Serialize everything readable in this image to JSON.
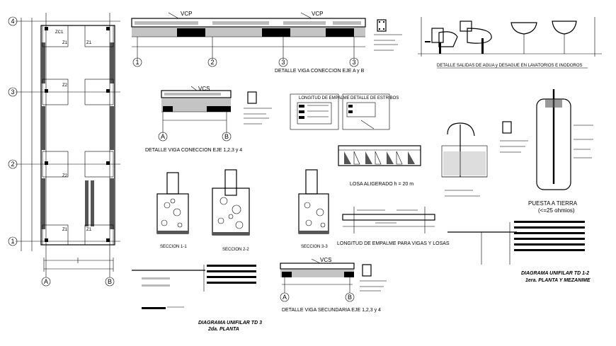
{
  "plan": {
    "axes_rows": [
      "4",
      "3",
      "2",
      "1"
    ],
    "axes_cols": [
      "A",
      "B"
    ],
    "labels": {
      "zc1": "ZC1",
      "z1": "Z1",
      "z2": "Z2"
    }
  },
  "viga_top": {
    "vcp_left": "VCP",
    "vcp_right": "VCP",
    "axes": [
      "1",
      "2",
      "3",
      "3"
    ],
    "title": "DETALLE VIGA CONECCION EJE  A y B"
  },
  "salidas": {
    "title": "DETALLE  SALIDAS DE AGUA  y DESAGUE EN LAVATORIOS E INODOROS"
  },
  "viga_mid": {
    "vcs": "VCS",
    "axes": [
      "A",
      "B"
    ],
    "title": "DETALLE VIGA CONECCION EJE 1,2,3 y 4"
  },
  "tablas": {
    "empalme": "LONGITUD DE EMPALME",
    "estribos": "DETALLE DE ESTRIBOS"
  },
  "losa": {
    "title": "LOSA ALIGERADO h = 20 m"
  },
  "secciones": {
    "s1": "SECCION 1-1",
    "s2": "SECCION 2-2",
    "s3": "SECCION 3-3"
  },
  "empalme_vigas": {
    "title": "LONGITUD DE EMPALME PARA VIGAS Y LOSAS"
  },
  "puesta_tierra": {
    "title": "PUESTA  A  TIERRA",
    "sub": "(<=25  ohmios)"
  },
  "td12": {
    "title": "DIAGRAMA UNIFILAR TD 1-2",
    "sub": "1era. PLANTA Y MEZANIME"
  },
  "td3": {
    "title": "DIAGRAMA UNIFILAR TD 3",
    "sub": "2da.  PLANTA"
  },
  "viga_sec": {
    "vcs": "VCS",
    "axes": [
      "A",
      "B"
    ],
    "title": "DETALLE VIGA SECUNDARIA EJE 1,2,3 y 4"
  }
}
